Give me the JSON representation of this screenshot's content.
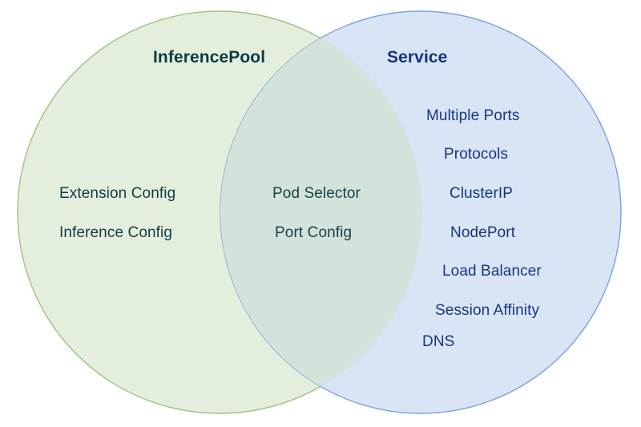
{
  "diagram": {
    "type": "venn",
    "sets": [
      {
        "id": "inferencepool",
        "title": "InferencePool",
        "fill": "#e4eedd",
        "stroke": "#9cc27e",
        "title_color": "#0d3b44",
        "text_color": "#123c45",
        "items": [
          "Extension Config",
          "Inference Config"
        ]
      },
      {
        "id": "service",
        "title": "Service",
        "fill": "#d6e2f4",
        "stroke": "#7aa2e0",
        "title_color": "#16357e",
        "text_color": "#17387f",
        "items": [
          "Multiple Ports",
          "Protocols",
          "ClusterIP",
          "NodePort",
          "Load Balancer",
          "Session Affinity",
          "DNS"
        ]
      }
    ],
    "intersection": {
      "id": "shared",
      "fill": "#d3e2da",
      "text_color": "#17414b",
      "items": [
        "Pod Selector",
        "Port Config"
      ]
    },
    "background": "#ffffff"
  }
}
